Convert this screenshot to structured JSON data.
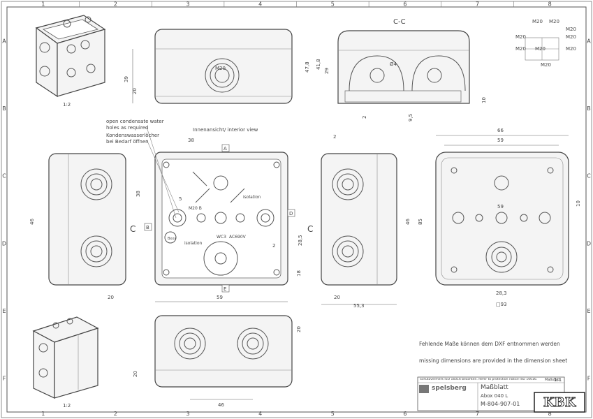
{
  "grid": {
    "cols": [
      "1",
      "2",
      "3",
      "4",
      "5",
      "6",
      "7",
      "8"
    ],
    "rows": [
      "A",
      "B",
      "C",
      "D",
      "E",
      "F"
    ]
  },
  "scales": {
    "iso_top": "1:2",
    "iso_bottom": "1:2"
  },
  "views": {
    "section_label": "C-C",
    "interior_label": "Innenansicht/ interior view",
    "note_en": "open condensate water\nholes as required",
    "note_de": "Kondenswasserlöcher\nbei Bedarf öffnen",
    "marker_a": "A",
    "marker_b": "B",
    "marker_c": "C",
    "marker_d": "D",
    "marker_e": "E",
    "isolation_1": "isolation",
    "isolation_2": "isolation",
    "wc3": "WC3",
    "ac690v": "AC690V",
    "pos_b": "Bxxx",
    "m20": "M20",
    "m20_inner": "M20 B"
  },
  "dims": {
    "d39": "39",
    "d20": "20",
    "d47_8": "47,8",
    "d41_8": "41,8",
    "d29": "29",
    "d10": "10",
    "d2": "2",
    "d9_5": "9,5",
    "d4": "Ø4",
    "d38": "38",
    "d38b": "38",
    "d5": "5",
    "d28_5": "28,5",
    "d18": "18",
    "d59": "59",
    "d20b": "20",
    "d46": "46",
    "d46b": "46",
    "d55_3": "55,3",
    "d20c": "20",
    "d66": "66",
    "d59b": "59",
    "d59c": "59",
    "d10b": "10",
    "d85": "85",
    "d28_3": "28,3",
    "d93": "□93",
    "d20d": "20",
    "d46c": "46",
    "d2b": "2",
    "d2c": "2",
    "d20e": "20"
  },
  "m20_legend": [
    "M20",
    "M20",
    "M20",
    "M20",
    "M20",
    "M20",
    "M20",
    "M20",
    "M20"
  ],
  "notes": {
    "de": "Fehlende Maße können dem DXF entnommen werden",
    "en": "missing dimensions are provided in the dimension sheet"
  },
  "title_block": {
    "protection": "Schutzvermerk ISO 16016 beachten. Refer to protection notice ISO 16016.",
    "scale_label": "Maßstab",
    "scale": "1:1",
    "brand": "spelsberg",
    "title": "Maßblatt",
    "product": "Abox 040 L",
    "drawing_no": "M-804-907-01"
  },
  "watermark": "KBK",
  "colors": {
    "line": "#444444",
    "body": "#f4f4f4",
    "watermark": "#222222"
  }
}
